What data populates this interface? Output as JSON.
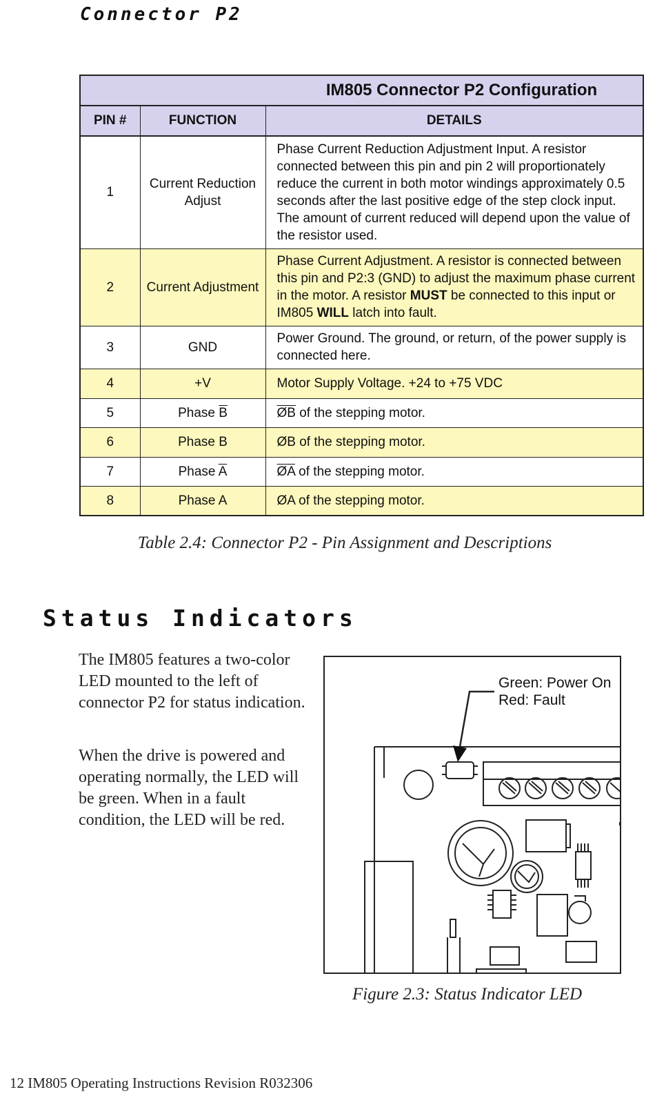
{
  "headings": {
    "connector": "Connector P2",
    "status": "Status Indicators"
  },
  "table": {
    "title": "IM805 Connector P2 Configuration",
    "columns": [
      "PIN #",
      "FUNCTION",
      "DETAILS"
    ],
    "rows": [
      {
        "pin": "1",
        "function": "Current Reduction Adjust",
        "details": "Phase Current Reduction Adjustment Input.  A resistor connected between this pin and pin 2 will proportionately reduce the current in both motor windings approximately 0.5 seconds after the last positive edge of the step clock input. The amount of current reduced will depend upon the value of the resistor used."
      },
      {
        "pin": "2",
        "function": "Current Adjustment",
        "details_parts": [
          "Phase Current Adjustment.  A resistor is connected between this pin and P2:3 (GND) to adjust the maximum phase current in the motor. A resistor ",
          "MUST",
          " be connected to this input or IM805 ",
          "WILL",
          " latch into fault."
        ]
      },
      {
        "pin": "3",
        "function": "GND",
        "details": "Power Ground. The ground, or return, of the power supply is connected here."
      },
      {
        "pin": "4",
        "function": "+V",
        "details": "Motor Supply Voltage.  +24 to +75 VDC"
      },
      {
        "pin": "5",
        "function_prefix": "Phase ",
        "function_bar": "B",
        "details_bar": "ØB",
        "details_rest": " of the stepping motor."
      },
      {
        "pin": "6",
        "function": "Phase B",
        "details": "ØB of the stepping motor."
      },
      {
        "pin": "7",
        "function_prefix": "Phase ",
        "function_bar": "A",
        "details_bar": "ØA",
        "details_rest": " of the stepping motor."
      },
      {
        "pin": "8",
        "function": "Phase A",
        "details": "ØA of the stepping motor."
      }
    ],
    "caption": "Table 2.4: Connector P2 - Pin Assignment and Descriptions"
  },
  "status": {
    "paragraphs": [
      "The IM805 features a two-color LED mounted to the left of connector P2 for status indication.",
      "When the drive is powered and operating normally, the LED will be green. When in a fault condition, the LED will be red."
    ]
  },
  "figure": {
    "legend_green": "Green: Power On",
    "legend_red": "Red: Fault",
    "caption": "Figure 2.3: Status Indicator LED"
  },
  "footer": "12   IM805 Operating Instructions Revision R032306"
}
